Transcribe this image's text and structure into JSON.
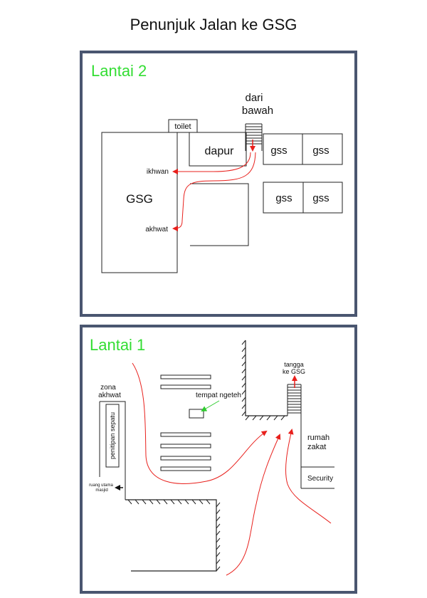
{
  "title": "Penunjuk Jalan ke GSG",
  "colors": {
    "panel_border": "#4a5670",
    "floor_label": "#33dd33",
    "arrow": "#e8201c",
    "green_arrow": "#2ecc2e",
    "line": "#222222"
  },
  "lantai2": {
    "label": "Lantai 2",
    "dari_bawah_line1": "dari",
    "dari_bawah_line2": "bawah",
    "toilet": "toilet",
    "gsg": "GSG",
    "dapur": "dapur",
    "gss_1": "gss",
    "gss_2": "gss",
    "gss_3": "gss",
    "gss_4": "gss",
    "ikhwan": "ikhwan",
    "akhwat": "akhwat"
  },
  "lantai1": {
    "label": "Lantai 1",
    "zona_akhwat_line1": "zona",
    "zona_akhwat_line2": "akhwat",
    "penitipan_sepatu": "penitipan sepatu",
    "ruang_utama_line1": "ruang utama",
    "ruang_utama_line2": "masjid",
    "tempat_ngeteh": "tempat ngeteh",
    "tangga_line1": "tangga",
    "tangga_line2": "ke GSG",
    "rumah_zakat_line1": "rumah",
    "rumah_zakat_line2": "zakat",
    "security": "Security"
  }
}
